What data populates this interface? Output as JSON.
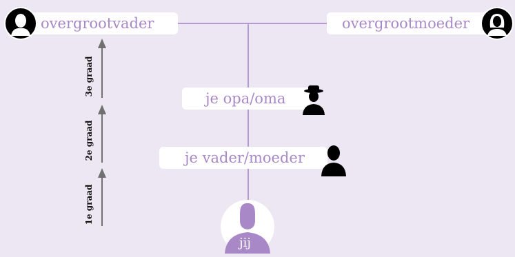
{
  "nodes": {
    "great_grandfather": "overgrootvader",
    "great_grandmother": "overgrootmoeder",
    "grandparent": "je opa/oma",
    "parent": "je vader/moeder",
    "self": "jij"
  },
  "degrees": {
    "first": "1e graad",
    "second": "2e graad",
    "third": "3e graad"
  },
  "colors": {
    "background": "#ece7f2",
    "accent": "#a888c6",
    "line": "#b39ad0",
    "arrow": "#707070",
    "silhouette": "#000000"
  },
  "icons": {
    "great_grandfather": "man-silhouette-icon",
    "great_grandmother": "woman-silhouette-icon",
    "grandparent": "hat-man-silhouette-icon",
    "parent": "man-silhouette-icon",
    "self": "person-silhouette-icon"
  }
}
